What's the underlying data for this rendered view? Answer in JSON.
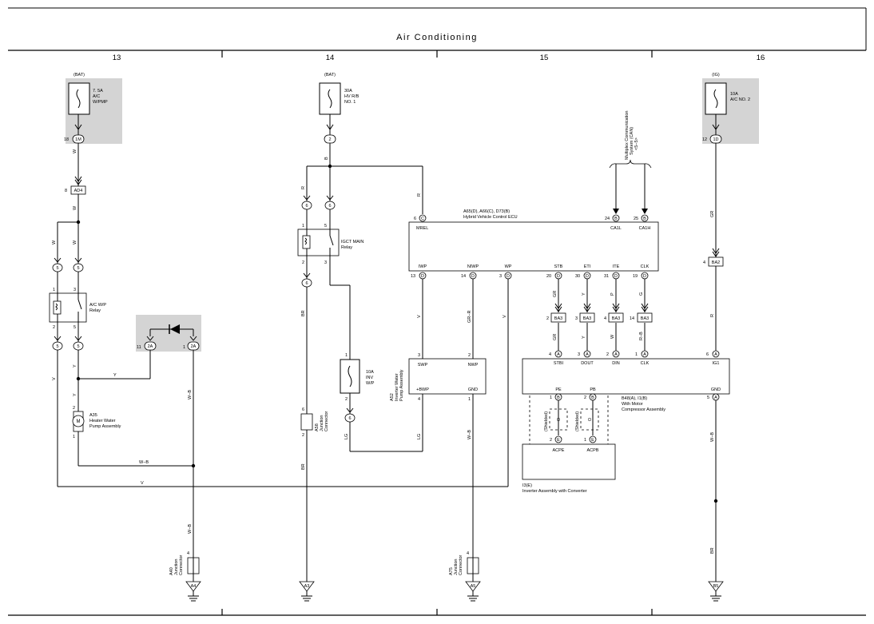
{
  "title": "Air Conditioning",
  "columns": [
    "13",
    "14",
    "15",
    "16"
  ],
  "power_sources": {
    "bat_a": {
      "source": "(BAT)",
      "fuse_lines": [
        "7. 5A",
        "A/C",
        "W/PMP"
      ],
      "pin": "18",
      "connector": "1M"
    },
    "bat_b": {
      "source": "(BAT)",
      "fuse_lines": [
        "30A",
        "HV R/B",
        "NO. 1"
      ],
      "connector": "2"
    },
    "ig": {
      "source": "(IG)",
      "fuse_lines": [
        "10A",
        "A/C NO. 2"
      ],
      "pin": "12",
      "connector": "1D"
    },
    "inv_fuse": {
      "fuse_lines": [
        "10A",
        "INV",
        "W/P"
      ],
      "pin_in": "1",
      "pin_out": "2"
    }
  },
  "wire_colors": {
    "w": "W",
    "b": "B",
    "r": "R",
    "y": "Y",
    "v": "V",
    "br": "BR",
    "wb": "W−B",
    "lg": "LG",
    "gr": "GR",
    "grr": "GR−R",
    "p": "P",
    "g": "G",
    "rb": "R−B"
  },
  "connectors": {
    "ad4": {
      "pin": "8",
      "name": "AD4"
    },
    "c5": "5",
    "c6": "6",
    "c2a_11": {
      "pin": "11",
      "name": "2A"
    },
    "c2a_1": {
      "pin": "1",
      "name": "2A"
    },
    "c6_after": "6",
    "ba2": {
      "pin": "4",
      "name": "BA2"
    },
    "ba3": {
      "name": "BA3",
      "pins": [
        "2",
        "3",
        "4",
        "14"
      ]
    }
  },
  "relays": {
    "acwp": {
      "lines": [
        "A/C W/P",
        "Relay"
      ],
      "pins": [
        "1",
        "3",
        "2",
        "5"
      ]
    },
    "igct": {
      "lines": [
        "IGCT MAIN",
        "Relay"
      ],
      "pins": [
        "1",
        "5",
        "2",
        "3"
      ]
    }
  },
  "ecu": {
    "code": "A65(D), A66(C), D73(B)",
    "name": "Hybrid Vehicle Control ECU",
    "top_pins": [
      {
        "pin": "6",
        "conn": "C",
        "label": "MREL"
      },
      {
        "pin": "24",
        "conn": "B",
        "label": "CA1L"
      },
      {
        "pin": "25",
        "conn": "B",
        "label": "CA1H"
      }
    ],
    "bottom_pins": [
      {
        "pin": "13",
        "conn": "D",
        "label": "IWP"
      },
      {
        "pin": "14",
        "conn": "D",
        "label": "NIWP"
      },
      {
        "pin": "3",
        "conn": "D",
        "label": "WP"
      },
      {
        "pin": "20",
        "conn": "D",
        "label": "STB"
      },
      {
        "pin": "30",
        "conn": "D",
        "label": "ETI"
      },
      {
        "pin": "31",
        "conn": "D",
        "label": "ITE"
      },
      {
        "pin": "19",
        "conn": "D",
        "label": "CLK"
      }
    ]
  },
  "can": {
    "lines": [
      "Multiplex Communication",
      "System (CAN)",
      "<5−5>"
    ]
  },
  "pump_assy": {
    "code": "A52",
    "name_lines": [
      "Inverter Water",
      "Pump Assembly"
    ],
    "pins": [
      {
        "pin": "3",
        "label": "SWP"
      },
      {
        "pin": "2",
        "label": "NWP"
      },
      {
        "pin": "4",
        "label": "+BWP"
      },
      {
        "pin": "1",
        "label": "GND"
      }
    ]
  },
  "heater_pump": {
    "code": "A35",
    "name_lines": [
      "Heater Water",
      "Pump Assembly"
    ],
    "motor": "M",
    "pin_top": "2",
    "pin_bot": "1"
  },
  "compressor": {
    "code": "B48(A), I1(B)",
    "name_lines": [
      "With Motor",
      "Compressor Assembly"
    ],
    "top_pins": [
      {
        "pin": "4",
        "conn": "A",
        "label": "STBI"
      },
      {
        "pin": "3",
        "conn": "A",
        "label": "DOUT"
      },
      {
        "pin": "2",
        "conn": "A",
        "label": "DIN"
      },
      {
        "pin": "1",
        "conn": "A",
        "label": "CLK"
      },
      {
        "pin": "6",
        "conn": "A",
        "label": "IG1"
      }
    ],
    "bottom_pins": [
      {
        "pin": "1",
        "conn": "B",
        "label": "PE"
      },
      {
        "pin": "2",
        "conn": "B",
        "label": "PB"
      },
      {
        "pin": "5",
        "conn": "A",
        "label": "GND"
      }
    ]
  },
  "inverter": {
    "code": "I3(E)",
    "name": "Inverter Assembly with Converter",
    "pins": [
      {
        "pin": "2",
        "conn": "E",
        "label": "ACPE"
      },
      {
        "pin": "1",
        "conn": "E",
        "label": "ACPB"
      }
    ],
    "shielded": "(Shielded)"
  },
  "junctions": {
    "a40": {
      "code": "A40",
      "lines": [
        "Junction",
        "Connector"
      ],
      "pin": "4"
    },
    "a58": {
      "code": "A58",
      "lines": [
        "Junction",
        "Connector"
      ],
      "pin_top": "6",
      "pin_bot": "2"
    },
    "a75": {
      "code": "A75",
      "lines": [
        "Junction",
        "Connector"
      ],
      "pin": "4"
    }
  },
  "grounds": [
    "A4",
    "A3",
    "A5",
    "B5"
  ]
}
